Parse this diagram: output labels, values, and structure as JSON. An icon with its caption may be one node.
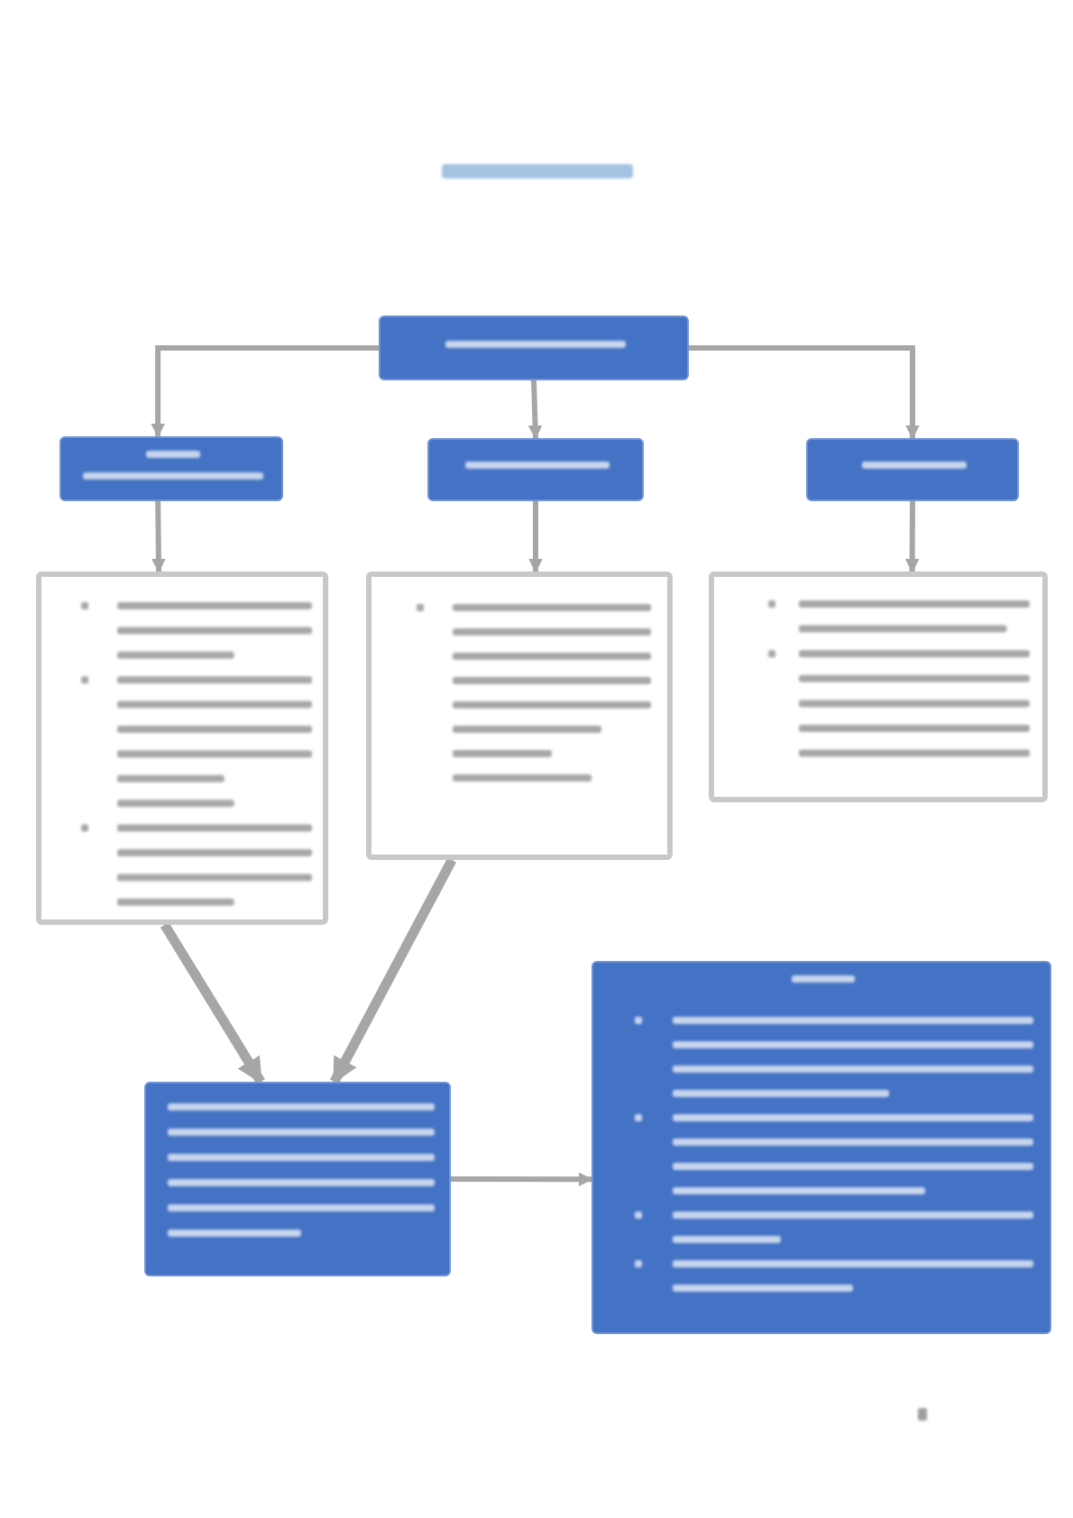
{
  "diagram": {
    "nodes": [
      {
        "text": [],
        "shape": "box"
      },
      {
        "text": [],
        "shape": "box"
      },
      {
        "text": [],
        "shape": "box"
      },
      {
        "text": [],
        "shape": "box"
      },
      {
        "text": [],
        "shape": "box"
      },
      {
        "text": [],
        "shape": "box"
      },
      {
        "text": [],
        "shape": "box"
      },
      {
        "text": [],
        "shape": "box"
      },
      {
        "text": [],
        "shape": "box"
      }
    ],
    "edges": [
      {
        "from": 0,
        "to": 1,
        "arrow": "to"
      },
      {
        "from": 0,
        "to": 2,
        "arrow": "to"
      },
      {
        "from": 0,
        "to": 3,
        "arrow": "to"
      },
      {
        "from": 1,
        "to": 4,
        "arrow": "to"
      },
      {
        "from": 2,
        "to": 5,
        "arrow": "to"
      },
      {
        "from": 3,
        "to": 6,
        "arrow": "to"
      },
      {
        "from": 4,
        "to": 7,
        "arrow": "to",
        "style": "thick"
      },
      {
        "from": 5,
        "to": 7,
        "arrow": "to",
        "style": "thick"
      },
      {
        "from": 7,
        "to": 8,
        "arrow": "to"
      }
    ]
  }
}
